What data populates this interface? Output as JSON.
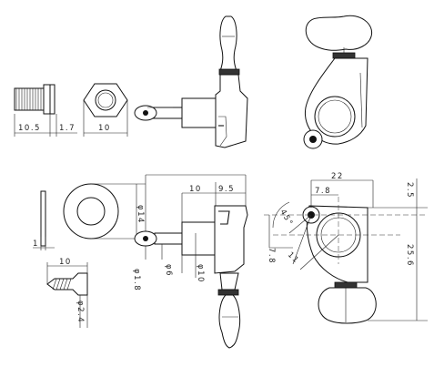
{
  "dimensions": {
    "bushing_length": "10.5",
    "bushing_flange": "1.7",
    "nut_width": "10",
    "shaft_to_post": "10",
    "post_to_edge": "9.5",
    "washer_dia": "φ14",
    "washer_thickness": "1",
    "post_dia_tip": "φ1.8",
    "post_dia": "φ6",
    "bushing_dia": "φ10",
    "screw_length": "10",
    "screw_dia": "φ2.4",
    "overall_width": "22",
    "hole_offset": "7.8",
    "top_offset": "2.5",
    "overall_height": "25.6",
    "angle": "45°",
    "hole_vertical": "7.8",
    "diagonal": "11"
  }
}
